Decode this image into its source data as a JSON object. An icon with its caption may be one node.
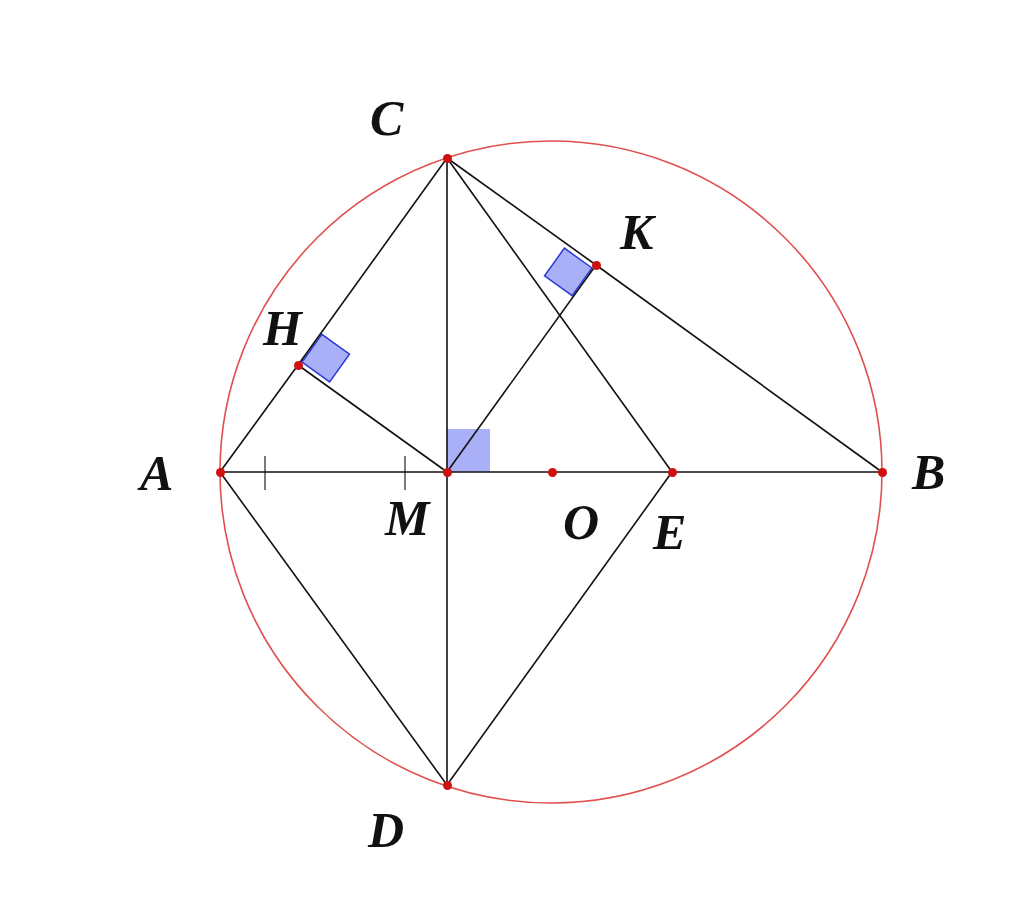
{
  "diagram": {
    "nodes": [
      {
        "text": [
          "C"
        ]
      },
      {
        "text": [
          "K"
        ]
      },
      {
        "text": [
          "H"
        ]
      },
      {
        "text": [
          "A"
        ]
      },
      {
        "text": [
          "M"
        ]
      },
      {
        "text": [
          "O"
        ]
      },
      {
        "text": [
          "E"
        ]
      },
      {
        "text": [
          "B"
        ]
      },
      {
        "text": [
          "D"
        ]
      }
    ],
    "edges": [
      {
        "from": 3,
        "to": 2,
        "arrow": "none"
      },
      {
        "from": 2,
        "to": 0,
        "arrow": "none"
      },
      {
        "from": 0,
        "to": 1,
        "arrow": "none"
      },
      {
        "from": 1,
        "to": 7,
        "arrow": "none"
      },
      {
        "from": 0,
        "to": 4,
        "arrow": "none"
      },
      {
        "from": 0,
        "to": 6,
        "arrow": "none"
      },
      {
        "from": 4,
        "to": 1,
        "arrow": "none"
      },
      {
        "from": 4,
        "to": 2,
        "arrow": "none"
      },
      {
        "from": 3,
        "to": 4,
        "arrow": "none"
      },
      {
        "from": 4,
        "to": 5,
        "arrow": "none"
      },
      {
        "from": 5,
        "to": 6,
        "arrow": "none"
      },
      {
        "from": 6,
        "to": 7,
        "arrow": "none"
      },
      {
        "from": 3,
        "to": 8,
        "arrow": "none"
      },
      {
        "from": 4,
        "to": 8,
        "arrow": "none"
      },
      {
        "from": 8,
        "to": 6,
        "arrow": "none"
      }
    ]
  }
}
